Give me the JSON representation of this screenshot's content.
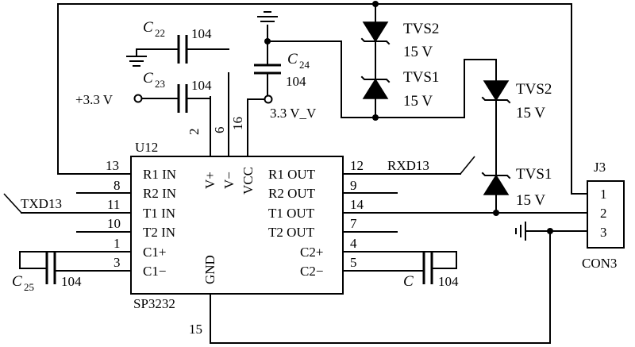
{
  "chip": {
    "ref": "U12",
    "part": "SP3232",
    "left_pins": [
      {
        "num": "13",
        "name": "R1 IN"
      },
      {
        "num": "8",
        "name": "R2 IN"
      },
      {
        "num": "11",
        "name": "T1 IN"
      },
      {
        "num": "10",
        "name": "T2 IN"
      },
      {
        "num": "1",
        "name": "C1+"
      },
      {
        "num": "3",
        "name": "C1−"
      }
    ],
    "right_pins": [
      {
        "num": "12",
        "name": "R1 OUT"
      },
      {
        "num": "9",
        "name": "R2 OUT"
      },
      {
        "num": "14",
        "name": "T1 OUT"
      },
      {
        "num": "7",
        "name": "T2 OUT"
      },
      {
        "num": "4",
        "name": "C2+"
      },
      {
        "num": "5",
        "name": "C2−"
      }
    ],
    "top_pins": [
      {
        "num": "2",
        "name": "V+"
      },
      {
        "num": "6",
        "name": "V−"
      },
      {
        "num": "16",
        "name": "VCC"
      }
    ],
    "bottom_pin": {
      "num": "15",
      "name": "GND"
    }
  },
  "capacitors": {
    "c22": {
      "letter": "C",
      "sub": "22",
      "value": "104"
    },
    "c23": {
      "letter": "C",
      "sub": "23",
      "value": "104"
    },
    "c24": {
      "letter": "C",
      "sub": "24",
      "value": "104"
    },
    "c25": {
      "letter": "C",
      "sub": "25",
      "value": "104"
    },
    "c": {
      "letter": "C",
      "value": "104"
    }
  },
  "tvs": {
    "top_left_upper": {
      "name": "TVS2",
      "rating": "15 V"
    },
    "top_left_lower": {
      "name": "TVS1",
      "rating": "15 V"
    },
    "right_upper": {
      "name": "TVS2",
      "rating": "15 V"
    },
    "right_lower": {
      "name": "TVS1",
      "rating": "15 V"
    }
  },
  "nets": {
    "supply_in": "+3.3 V",
    "supply_node": "3.3 V_V",
    "txd": "TXD13",
    "rxd": "RXD13"
  },
  "connector": {
    "ref": "J3",
    "part": "CON3",
    "pins": [
      "1",
      "2",
      "3"
    ]
  }
}
